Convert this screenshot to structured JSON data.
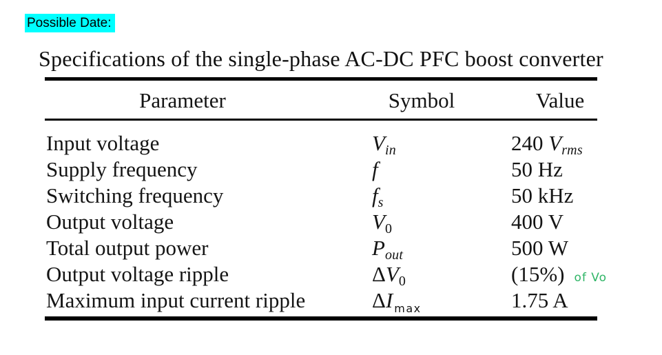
{
  "annotation": {
    "label": "Possible Date:",
    "highlight_color": "#00ffff"
  },
  "caption": "Specifications of the single-phase AC-DC PFC boost converter",
  "accent_colors": {
    "green": "#2fb566",
    "text": "#141414"
  },
  "table": {
    "headers": {
      "parameter": "Parameter",
      "symbol": "Symbol",
      "value": "Value"
    },
    "rows": [
      {
        "parameter": "Input voltage",
        "sym_delta": "",
        "sym_main": "V",
        "sym_sub_it": "in",
        "sym_sub_up": "",
        "sym_sub_green": "",
        "value_text": "240 ",
        "value_sym": "V",
        "value_sym_sub": "rms",
        "value_note": ""
      },
      {
        "parameter": "Supply frequency",
        "sym_delta": "",
        "sym_main": "f",
        "sym_sub_it": "",
        "sym_sub_up": "",
        "sym_sub_green": "",
        "value_text": "50 Hz",
        "value_sym": "",
        "value_sym_sub": "",
        "value_note": ""
      },
      {
        "parameter": "Switching frequency",
        "sym_delta": "",
        "sym_main": "f",
        "sym_sub_it": "s",
        "sym_sub_up": "",
        "sym_sub_green": "",
        "value_text": "50 kHz",
        "value_sym": "",
        "value_sym_sub": "",
        "value_note": ""
      },
      {
        "parameter": "Output voltage",
        "sym_delta": "",
        "sym_main": "V",
        "sym_sub_it": "",
        "sym_sub_up": "0",
        "sym_sub_green": "",
        "value_text": "400 V",
        "value_sym": "",
        "value_sym_sub": "",
        "value_note": ""
      },
      {
        "parameter": "Total output power",
        "sym_delta": "",
        "sym_main": "P",
        "sym_sub_it": "out",
        "sym_sub_up": "",
        "sym_sub_green": "",
        "value_text": "500 W",
        "value_sym": "",
        "value_sym_sub": "",
        "value_note": ""
      },
      {
        "parameter": "Output voltage ripple",
        "sym_delta": "Δ",
        "sym_main": "V",
        "sym_sub_it": "",
        "sym_sub_up": "0",
        "sym_sub_green": "",
        "value_text": "(15%)",
        "value_sym": "",
        "value_sym_sub": "",
        "value_note": "of Vo"
      },
      {
        "parameter": "Maximum input current ripple",
        "sym_delta": "Δ",
        "sym_main": "I",
        "sym_sub_it": "",
        "sym_sub_up": "",
        "sym_sub_green": "max",
        "value_text": "1.75 A",
        "value_sym": "",
        "value_sym_sub": "",
        "value_note": ""
      }
    ]
  }
}
